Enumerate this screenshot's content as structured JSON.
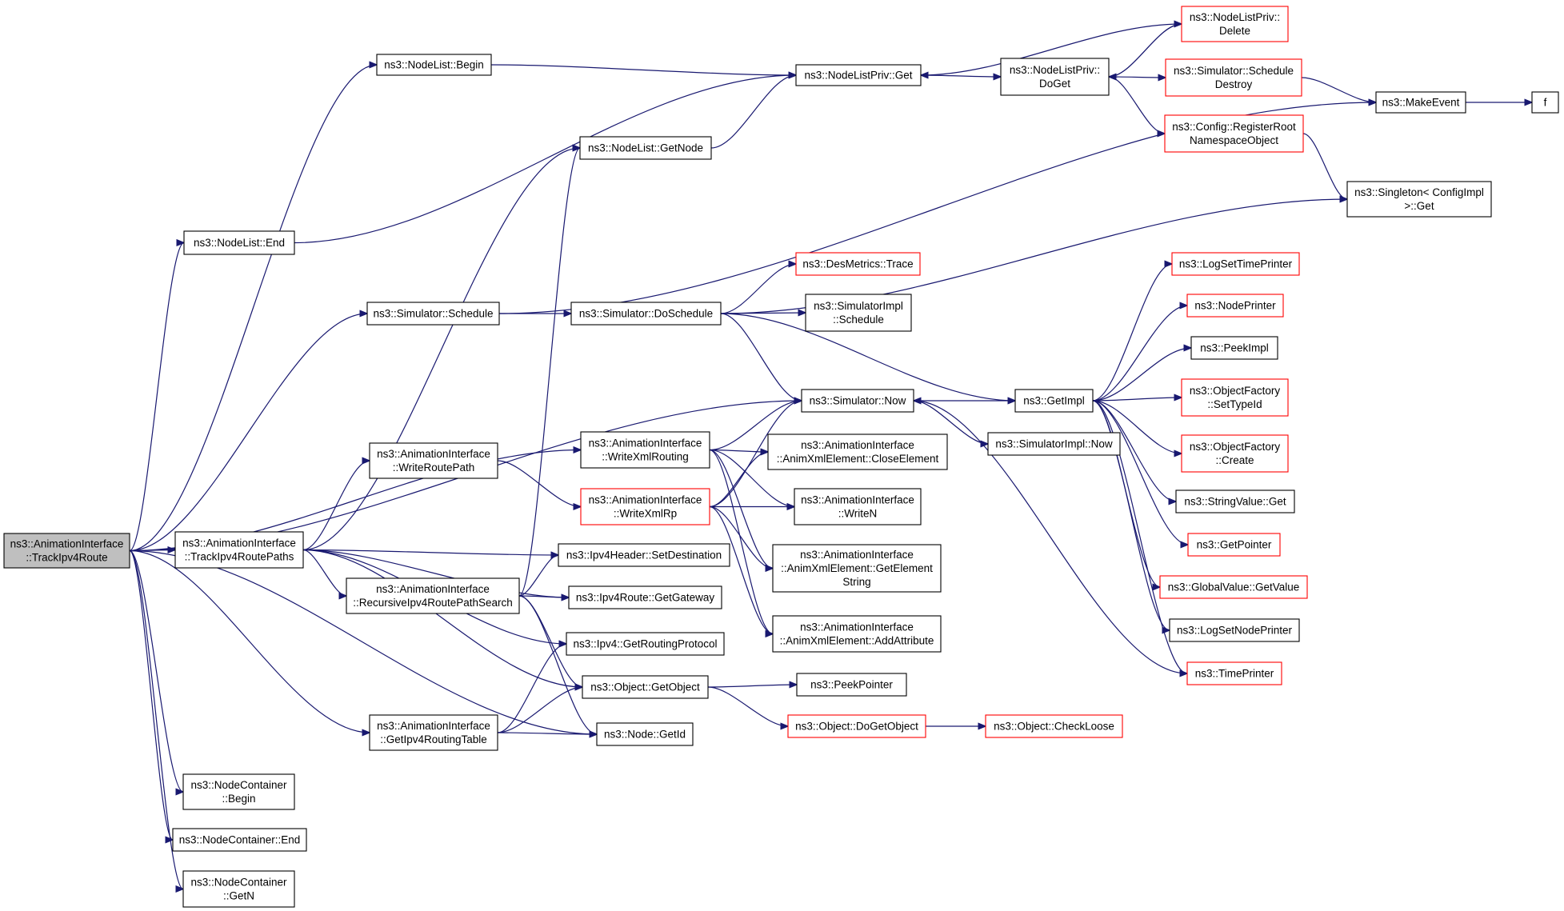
{
  "graph": {
    "edge_color": "#191970",
    "node_border": "#000000",
    "highlight_border": "#ff0000",
    "root_fill": "#bfbfbf",
    "nodes": [
      {
        "id": "root",
        "lines": [
          "ns3::AnimationInterface",
          "::TrackIpv4Route"
        ],
        "style": "root"
      },
      {
        "id": "nlBegin",
        "lines": [
          "ns3::NodeList::Begin"
        ],
        "style": "normal"
      },
      {
        "id": "nlEnd",
        "lines": [
          "ns3::NodeList::End"
        ],
        "style": "normal"
      },
      {
        "id": "nlGetNode",
        "lines": [
          "ns3::NodeList::GetNode"
        ],
        "style": "normal"
      },
      {
        "id": "nlpGet",
        "lines": [
          "ns3::NodeListPriv::Get"
        ],
        "style": "normal"
      },
      {
        "id": "nlpDoGet",
        "lines": [
          "ns3::NodeListPriv::",
          "DoGet"
        ],
        "style": "normal"
      },
      {
        "id": "nlpDelete",
        "lines": [
          "ns3::NodeListPriv::",
          "Delete"
        ],
        "style": "red"
      },
      {
        "id": "simSchedDestroy",
        "lines": [
          "ns3::Simulator::Schedule",
          "Destroy"
        ],
        "style": "red"
      },
      {
        "id": "cfgRegister",
        "lines": [
          "ns3::Config::RegisterRoot",
          "NamespaceObject"
        ],
        "style": "red"
      },
      {
        "id": "makeEvent",
        "lines": [
          "ns3::MakeEvent"
        ],
        "style": "normal"
      },
      {
        "id": "f",
        "lines": [
          "f"
        ],
        "style": "normal"
      },
      {
        "id": "singleton",
        "lines": [
          "ns3::Singleton< ConfigImpl",
          ">::Get"
        ],
        "style": "normal"
      },
      {
        "id": "simSchedule",
        "lines": [
          "ns3::Simulator::Schedule"
        ],
        "style": "normal"
      },
      {
        "id": "simDoSchedule",
        "lines": [
          "ns3::Simulator::DoSchedule"
        ],
        "style": "normal"
      },
      {
        "id": "desTrace",
        "lines": [
          "ns3::DesMetrics::Trace"
        ],
        "style": "red"
      },
      {
        "id": "simImplSchedule",
        "lines": [
          "ns3::SimulatorImpl",
          "::Schedule"
        ],
        "style": "normal"
      },
      {
        "id": "simNow",
        "lines": [
          "ns3::Simulator::Now"
        ],
        "style": "normal"
      },
      {
        "id": "getImpl",
        "lines": [
          "ns3::GetImpl"
        ],
        "style": "normal"
      },
      {
        "id": "simImplNow",
        "lines": [
          "ns3::SimulatorImpl::Now"
        ],
        "style": "normal"
      },
      {
        "id": "logSetTime",
        "lines": [
          "ns3::LogSetTimePrinter"
        ],
        "style": "red"
      },
      {
        "id": "nodePrinter",
        "lines": [
          "ns3::NodePrinter"
        ],
        "style": "red"
      },
      {
        "id": "peekImpl",
        "lines": [
          "ns3::PeekImpl"
        ],
        "style": "normal"
      },
      {
        "id": "ofSetTypeId",
        "lines": [
          "ns3::ObjectFactory",
          "::SetTypeId"
        ],
        "style": "red"
      },
      {
        "id": "ofCreate",
        "lines": [
          "ns3::ObjectFactory",
          "::Create"
        ],
        "style": "red"
      },
      {
        "id": "strValGet",
        "lines": [
          "ns3::StringValue::Get"
        ],
        "style": "normal"
      },
      {
        "id": "getPointer",
        "lines": [
          "ns3::GetPointer"
        ],
        "style": "red"
      },
      {
        "id": "gvGetValue",
        "lines": [
          "ns3::GlobalValue::GetValue"
        ],
        "style": "red"
      },
      {
        "id": "logSetNode",
        "lines": [
          "ns3::LogSetNodePrinter"
        ],
        "style": "normal"
      },
      {
        "id": "timePrinter",
        "lines": [
          "ns3::TimePrinter"
        ],
        "style": "red"
      },
      {
        "id": "writeXmlRouting",
        "lines": [
          "ns3::AnimationInterface",
          "::WriteXmlRouting"
        ],
        "style": "normal"
      },
      {
        "id": "writeRoutePath",
        "lines": [
          "ns3::AnimationInterface",
          "::WriteRoutePath"
        ],
        "style": "normal"
      },
      {
        "id": "writeXmlRp",
        "lines": [
          "ns3::AnimationInterface",
          "::WriteXmlRp"
        ],
        "style": "red"
      },
      {
        "id": "closeElement",
        "lines": [
          "ns3::AnimationInterface",
          "::AnimXmlElement::CloseElement"
        ],
        "style": "normal"
      },
      {
        "id": "writeN",
        "lines": [
          "ns3::AnimationInterface",
          "::WriteN"
        ],
        "style": "normal"
      },
      {
        "id": "getElementString",
        "lines": [
          "ns3::AnimationInterface",
          "::AnimXmlElement::GetElement",
          "String"
        ],
        "style": "normal"
      },
      {
        "id": "addAttribute",
        "lines": [
          "ns3::AnimationInterface",
          "::AnimXmlElement::AddAttribute"
        ],
        "style": "normal"
      },
      {
        "id": "trackPaths",
        "lines": [
          "ns3::AnimationInterface",
          "::TrackIpv4RoutePaths"
        ],
        "style": "normal"
      },
      {
        "id": "recursive",
        "lines": [
          "ns3::AnimationInterface",
          "::RecursiveIpv4RoutePathSearch"
        ],
        "style": "normal"
      },
      {
        "id": "ipv4HeaderSetDest",
        "lines": [
          "ns3::Ipv4Header::SetDestination"
        ],
        "style": "normal"
      },
      {
        "id": "ipv4RouteGetGw",
        "lines": [
          "ns3::Ipv4Route::GetGateway"
        ],
        "style": "normal"
      },
      {
        "id": "ipv4GetRP",
        "lines": [
          "ns3::Ipv4::GetRoutingProtocol"
        ],
        "style": "normal"
      },
      {
        "id": "objGetObject",
        "lines": [
          "ns3::Object::GetObject"
        ],
        "style": "normal"
      },
      {
        "id": "peekPointer",
        "lines": [
          "ns3::PeekPointer"
        ],
        "style": "normal"
      },
      {
        "id": "objDoGetObject",
        "lines": [
          "ns3::Object::DoGetObject"
        ],
        "style": "red"
      },
      {
        "id": "objCheckLoose",
        "lines": [
          "ns3::Object::CheckLoose"
        ],
        "style": "red"
      },
      {
        "id": "getRoutingTable",
        "lines": [
          "ns3::AnimationInterface",
          "::GetIpv4RoutingTable"
        ],
        "style": "normal"
      },
      {
        "id": "nodeGetId",
        "lines": [
          "ns3::Node::GetId"
        ],
        "style": "normal"
      },
      {
        "id": "ncBegin",
        "lines": [
          "ns3::NodeContainer",
          "::Begin"
        ],
        "style": "normal"
      },
      {
        "id": "ncEnd",
        "lines": [
          "ns3::NodeContainer::End"
        ],
        "style": "normal"
      },
      {
        "id": "ncGetN",
        "lines": [
          "ns3::NodeContainer",
          "::GetN"
        ],
        "style": "normal"
      }
    ],
    "edges": [
      [
        "root",
        "nlBegin"
      ],
      [
        "root",
        "nlEnd"
      ],
      [
        "root",
        "simSchedule"
      ],
      [
        "root",
        "simNow"
      ],
      [
        "root",
        "writeXmlRouting"
      ],
      [
        "root",
        "trackPaths"
      ],
      [
        "root",
        "getRoutingTable"
      ],
      [
        "root",
        "nodeGetId"
      ],
      [
        "root",
        "ncBegin"
      ],
      [
        "root",
        "ncEnd"
      ],
      [
        "root",
        "ncGetN"
      ],
      [
        "nlBegin",
        "nlpGet"
      ],
      [
        "nlEnd",
        "nlpGet"
      ],
      [
        "nlGetNode",
        "nlpGet"
      ],
      [
        "nlpGet",
        "nlpDoGet"
      ],
      [
        "nlpDoGet",
        "nlpDelete"
      ],
      [
        "nlpDoGet",
        "simSchedDestroy"
      ],
      [
        "nlpDoGet",
        "cfgRegister"
      ],
      [
        "nlpDelete",
        "nlpGet"
      ],
      [
        "nlpDelete",
        "nlpDoGet"
      ],
      [
        "simSchedDestroy",
        "makeEvent"
      ],
      [
        "makeEvent",
        "f"
      ],
      [
        "cfgRegister",
        "singleton"
      ],
      [
        "simSchedule",
        "makeEvent"
      ],
      [
        "simSchedule",
        "simDoSchedule"
      ],
      [
        "simDoSchedule",
        "singleton"
      ],
      [
        "simDoSchedule",
        "desTrace"
      ],
      [
        "simDoSchedule",
        "simImplSchedule"
      ],
      [
        "simDoSchedule",
        "simNow"
      ],
      [
        "simDoSchedule",
        "getImpl"
      ],
      [
        "simNow",
        "getImpl"
      ],
      [
        "simNow",
        "simImplNow"
      ],
      [
        "getImpl",
        "logSetTime"
      ],
      [
        "getImpl",
        "nodePrinter"
      ],
      [
        "getImpl",
        "peekImpl"
      ],
      [
        "getImpl",
        "ofSetTypeId"
      ],
      [
        "getImpl",
        "ofCreate"
      ],
      [
        "getImpl",
        "strValGet"
      ],
      [
        "getImpl",
        "getPointer"
      ],
      [
        "getImpl",
        "gvGetValue"
      ],
      [
        "getImpl",
        "logSetNode"
      ],
      [
        "getImpl",
        "timePrinter"
      ],
      [
        "timePrinter",
        "simNow"
      ],
      [
        "writeXmlRouting",
        "simNow"
      ],
      [
        "writeXmlRouting",
        "closeElement"
      ],
      [
        "writeXmlRouting",
        "writeN"
      ],
      [
        "writeXmlRouting",
        "getElementString"
      ],
      [
        "writeXmlRouting",
        "addAttribute"
      ],
      [
        "writeRoutePath",
        "writeXmlRp"
      ],
      [
        "writeXmlRp",
        "simNow"
      ],
      [
        "writeXmlRp",
        "closeElement"
      ],
      [
        "writeXmlRp",
        "writeN"
      ],
      [
        "writeXmlRp",
        "getElementString"
      ],
      [
        "writeXmlRp",
        "addAttribute"
      ],
      [
        "trackPaths",
        "nlGetNode"
      ],
      [
        "trackPaths",
        "writeRoutePath"
      ],
      [
        "trackPaths",
        "ipv4HeaderSetDest"
      ],
      [
        "trackPaths",
        "ipv4RouteGetGw"
      ],
      [
        "trackPaths",
        "recursive"
      ],
      [
        "trackPaths",
        "ipv4GetRP"
      ],
      [
        "trackPaths",
        "objGetObject"
      ],
      [
        "recursive",
        "nlGetNode"
      ],
      [
        "recursive",
        "ipv4HeaderSetDest"
      ],
      [
        "recursive",
        "ipv4RouteGetGw"
      ],
      [
        "recursive",
        "objGetObject"
      ],
      [
        "recursive",
        "nodeGetId"
      ],
      [
        "objGetObject",
        "peekPointer"
      ],
      [
        "objGetObject",
        "objDoGetObject"
      ],
      [
        "objDoGetObject",
        "objCheckLoose"
      ],
      [
        "getRoutingTable",
        "ipv4GetRP"
      ],
      [
        "getRoutingTable",
        "objGetObject"
      ],
      [
        "getRoutingTable",
        "nodeGetId"
      ]
    ]
  }
}
